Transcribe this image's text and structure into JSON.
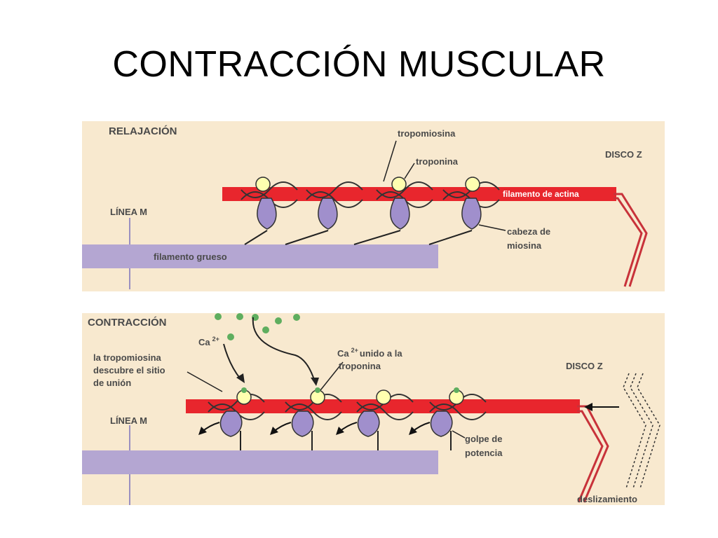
{
  "slide": {
    "title": "CONTRACCIÓN MUSCULAR"
  },
  "relaxation": {
    "heading": "RELAJACIÓN",
    "tropomiosina": "tropomiosina",
    "troponina": "troponina",
    "disco_z": "DISCO Z",
    "filamento_actina": "filamento de actina",
    "linea_m": "LÍNEA M",
    "cabeza_line1": "cabeza de",
    "cabeza_line2": "miosina",
    "filamento_grueso": "filamento grueso"
  },
  "contraction": {
    "heading": "CONTRACCIÓN",
    "ca_label": "Ca",
    "ca_sup": "2+",
    "binding_line1": "la tropomiosina",
    "binding_line2": "descubre el sitio",
    "binding_line3": "de unión",
    "ca_bound_ca": "Ca",
    "ca_bound_sup": "2+",
    "ca_bound_line1": "unido a la",
    "ca_bound_line2": "troponina",
    "disco_z": "DISCO Z",
    "linea_m": "LÍNEA M",
    "golpe_line1": "golpe de",
    "golpe_line2": "potencia",
    "deslizamiento": "deslizamiento"
  },
  "colors": {
    "panel_bg": "#f8e9cf",
    "actin": "#e8262d",
    "myosin": "#b4a6d2",
    "troponin": "#ffffb0",
    "calcium": "#5fae5f",
    "label": "#4a4a4a"
  }
}
